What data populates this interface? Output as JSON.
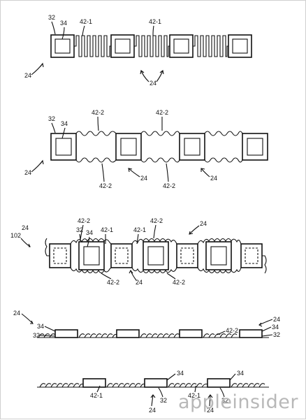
{
  "figure": {
    "labels": {
      "ref_24": "24",
      "ref_32": "32",
      "ref_34": "34",
      "ref_42_1": "42-1",
      "ref_42_2": "42-2",
      "ref_102": "102"
    },
    "watermark": "appleinsider",
    "ink_color": "#111111",
    "watermark_color": "#b8b8b8"
  }
}
